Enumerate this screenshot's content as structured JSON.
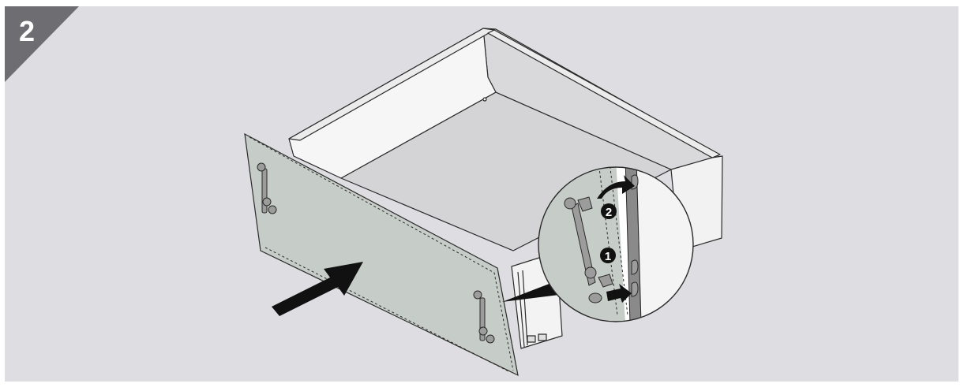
{
  "step": {
    "number": "2"
  },
  "callouts": [
    {
      "label": "1"
    },
    {
      "label": "2"
    }
  ],
  "colors": {
    "background": "#dedde1",
    "step_badge": "#6d6d72",
    "step_text": "#ffffff",
    "front_panel": "#c6ccc7",
    "drawer_wall": "#f6f6f6",
    "drawer_floor": "#d4d4d6",
    "line": "#2a2a2a",
    "arrow": "#111111"
  }
}
